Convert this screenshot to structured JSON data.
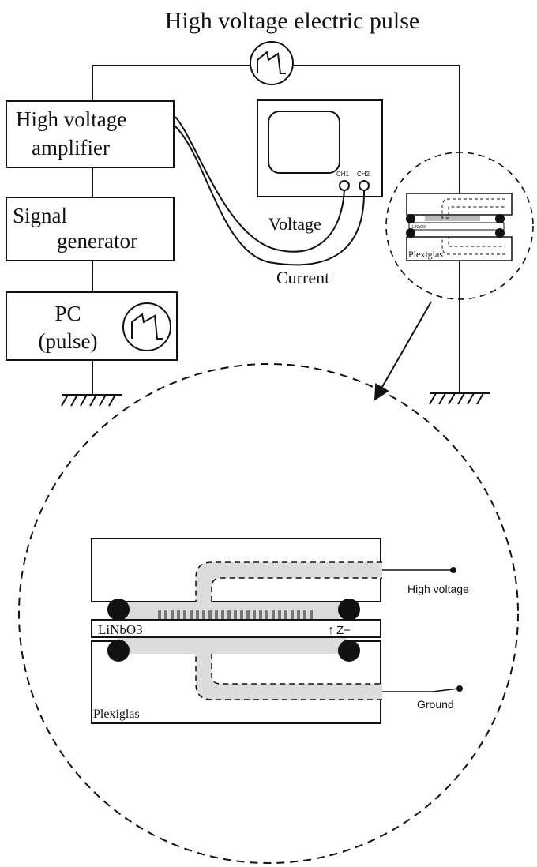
{
  "title": "High voltage electric pulse",
  "blocks": {
    "amplifier": [
      "High voltage",
      "amplifier"
    ],
    "generator": [
      "Signal",
      "generator"
    ],
    "pc": [
      "PC",
      "(pulse)"
    ]
  },
  "oscilloscope": {
    "ch1": "CH1",
    "ch2": "CH2"
  },
  "cables": {
    "voltage": "Voltage",
    "current": "Current"
  },
  "small_detail": {
    "crystal": "LiNbO3",
    "material": "Plexiglas"
  },
  "detail": {
    "crystal": "LiNbO3",
    "axis": "Z+",
    "material": "Plexiglas",
    "high_voltage": "High voltage",
    "ground": "Ground"
  },
  "icons": [
    "pulse-waveform-icon",
    "ground-symbol-icon",
    "zoom-arrow-icon",
    "up-arrow-icon"
  ]
}
